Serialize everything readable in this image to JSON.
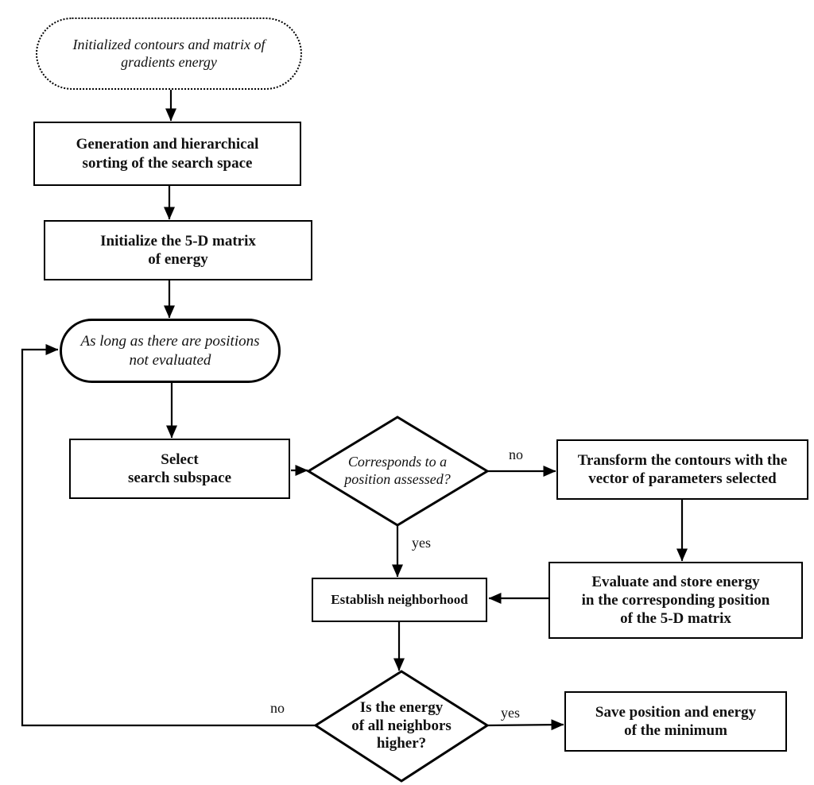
{
  "diagram": {
    "colors": {
      "line": "#000000",
      "background": "#ffffff",
      "text": "#111111"
    },
    "nodes": {
      "start": {
        "label": "Initialized contours and matrix of\ngradients energy",
        "shape": "stadium-dotted"
      },
      "generate": {
        "label": "Generation and hierarchical\nsorting of the search space",
        "shape": "rect"
      },
      "init_matrix": {
        "label": "Initialize the 5-D matrix\nof energy",
        "shape": "rect"
      },
      "loop": {
        "label": "As long as there are positions\nnot evaluated",
        "shape": "stadium"
      },
      "select": {
        "label": "Select\nsearch subspace",
        "shape": "rect"
      },
      "corresponds": {
        "label": "Corresponds to a\nposition assessed?",
        "shape": "diamond"
      },
      "transform": {
        "label": "Transform the contours with the\nvector of parameters selected",
        "shape": "rect"
      },
      "evaluate": {
        "label": "Evaluate and store energy\nin the corresponding position\nof the 5-D matrix",
        "shape": "rect"
      },
      "establish": {
        "label": "Establish neighborhood",
        "shape": "rect"
      },
      "energy_check": {
        "label": "Is the energy\nof all neighbors\nhigher?",
        "shape": "diamond"
      },
      "save": {
        "label": "Save position and energy\nof the minimum",
        "shape": "rect"
      }
    },
    "edge_labels": {
      "corresponds_no": "no",
      "corresponds_yes": "yes",
      "energy_yes": "yes",
      "energy_no": "no"
    }
  }
}
